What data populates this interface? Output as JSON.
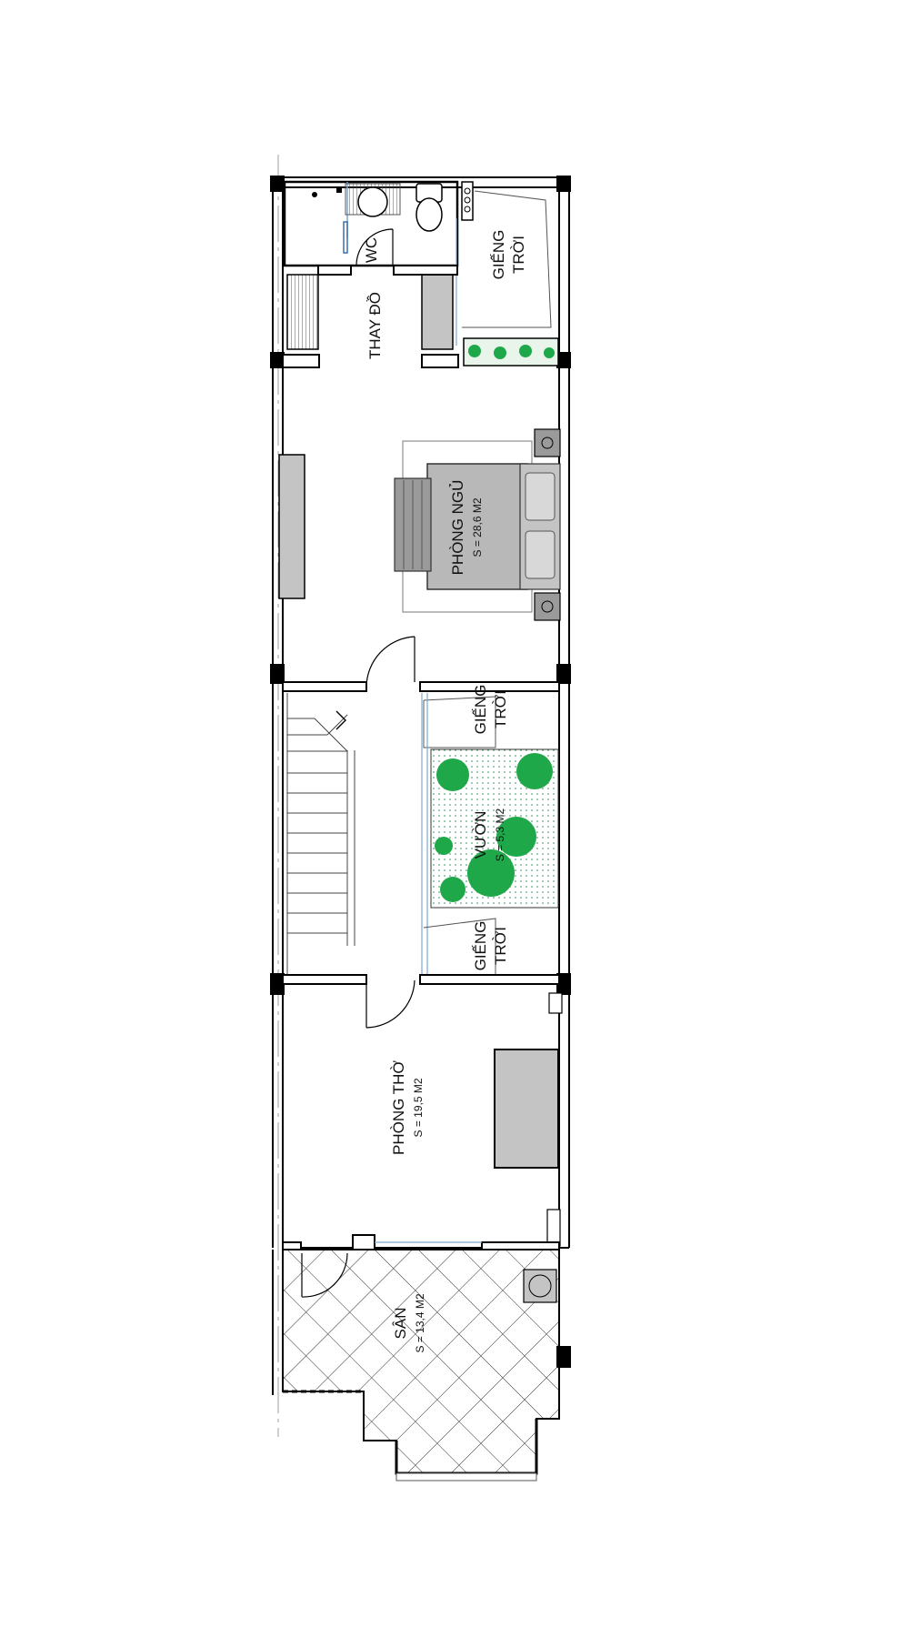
{
  "rooms": [
    {
      "id": "wc",
      "name": "WC",
      "area": ""
    },
    {
      "id": "gieng-troi-1",
      "name_line1": "GIẾNG",
      "name_line2": "TRỜI"
    },
    {
      "id": "thay-do",
      "name": "THAY ĐỒ",
      "area": ""
    },
    {
      "id": "phong-ngu",
      "name": "PHÒNG NGỦ",
      "area": "S = 28,6 M2"
    },
    {
      "id": "gieng-troi-2",
      "name_line1": "GIẾNG",
      "name_line2": "TRỜI"
    },
    {
      "id": "vuon",
      "name": "VƯỜN",
      "area": "S = 5,3 M2"
    },
    {
      "id": "gieng-troi-3",
      "name_line1": "GIẾNG",
      "name_line2": "TRỜI"
    },
    {
      "id": "phong-tho",
      "name": "PHÒNG THỜ",
      "area": "S = 19,5 M2"
    },
    {
      "id": "san",
      "name": "SÂN",
      "area": "S = 13,4 M2"
    }
  ],
  "colors": {
    "wall": "#000000",
    "furniture": "#c4c4c4",
    "furniture_dark": "#9a9a9a",
    "glass": "#7fa7cf",
    "plant": "#1fa84a",
    "garden_bg": "#e9f5ea"
  }
}
